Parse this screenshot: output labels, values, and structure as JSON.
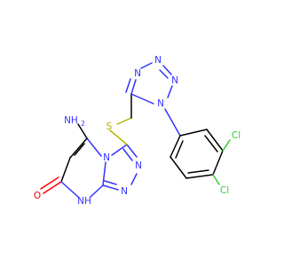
{
  "molecule": {
    "colors": {
      "nitrogen": "#3333ff",
      "sulfur": "#b2b200",
      "oxygen": "#ff0000",
      "chlorine": "#33cc33",
      "carbon": "#000000",
      "background": "#ffffff"
    },
    "labels": {
      "amino": "NH2",
      "sulfur": "S",
      "oxo": "O",
      "ring_nh": "NH",
      "tz_n1": "N",
      "tz_n2": "N",
      "tz_n3": "N",
      "tz_n4": "N",
      "tr_n1": "N",
      "tr_n2": "N",
      "tr_n3": "N",
      "pyr_n": "N",
      "cl_top": "Cl",
      "cl_bottom": "Cl"
    }
  }
}
